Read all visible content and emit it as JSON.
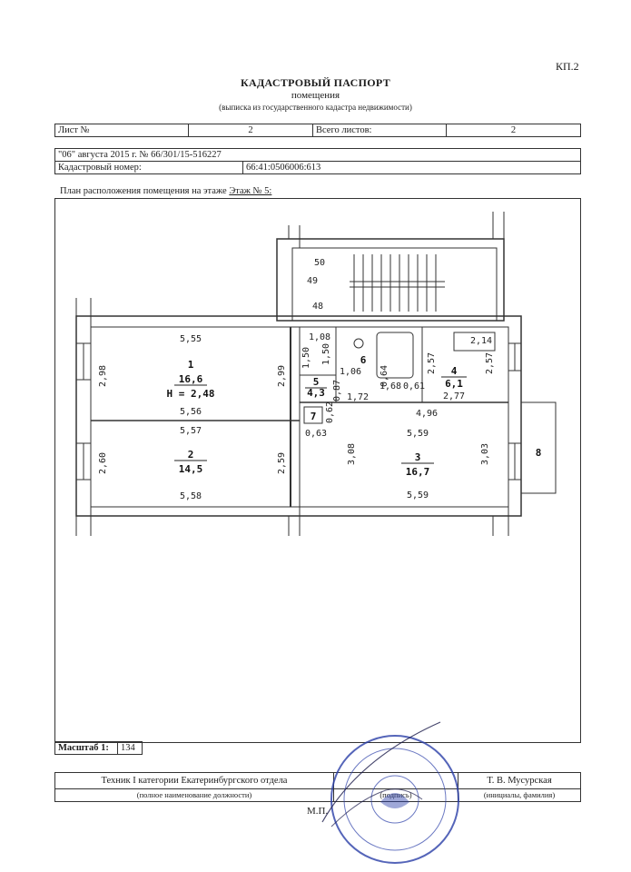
{
  "header": {
    "form_code": "КП.2",
    "title": "КАДАСТРОВЫЙ ПАСПОРТ",
    "subtitle": "помещения",
    "note": "(выписка из государственного кадастра недвижимости)"
  },
  "sheet": {
    "sheet_label": "Лист №",
    "sheet_value": "2",
    "total_label": "Всего листов:",
    "total_value": "2"
  },
  "registration": {
    "date_line": "\"06\" августа 2015 г. № 66/301/15-516227",
    "cad_label": "Кадастровый номер:",
    "cad_value": "66:41:0506006:613"
  },
  "plan": {
    "caption": "План расположения помещения на этаже ",
    "floor": "Этаж № 5:",
    "rooms": [
      {
        "id": "1",
        "area": "16,6",
        "height": "Н = 2,48"
      },
      {
        "id": "2",
        "area": "14,5"
      },
      {
        "id": "3",
        "area": "16,7"
      },
      {
        "id": "4",
        "area": "6,1"
      },
      {
        "id": "5",
        "area": "4,3"
      },
      {
        "id": "6"
      },
      {
        "id": "7"
      },
      {
        "id": "8"
      }
    ],
    "dimensions": {
      "r1_top": "5,55",
      "r1_bottom": "5,56",
      "r1_left": "2,98",
      "r1_right": "2,99",
      "r2_top": "5,57",
      "r2_bottom": "5,58",
      "r2_left": "2,60",
      "r2_right": "2,59",
      "r3_top": "5,59",
      "r3_bottom": "5,59",
      "r3_left": "3,08",
      "r3_right": "3,03",
      "r3_top_right": "4,96",
      "r4_top": "2,14",
      "r4_bottom": "2,77",
      "r4_left": "2,57",
      "r4_right": "2,57",
      "stair_50": "50",
      "stair_49": "49",
      "stair_48": "48",
      "d_108": "1,08",
      "d_150a": "1,50",
      "d_150b": "1,50",
      "d_106": "1,06",
      "d_172": "1,72",
      "d_168": "1,68",
      "d_061": "0,61",
      "d_063": "0,63",
      "d_062": "0,62",
      "d_087": "0,87",
      "d_064": "0,64"
    }
  },
  "scale": {
    "label": "Масштаб 1:",
    "value": "134"
  },
  "signature": {
    "position": "Техник I категории Екатеринбургского отдела",
    "position_caption": "(полное наименование должности)",
    "sign_caption": "(подпись)",
    "name": "Т. В. Мусурская",
    "name_caption": "(инициалы, фамилия)",
    "mp": "М.П."
  },
  "colors": {
    "line": "#333333",
    "stamp": "#2b3fa8"
  }
}
